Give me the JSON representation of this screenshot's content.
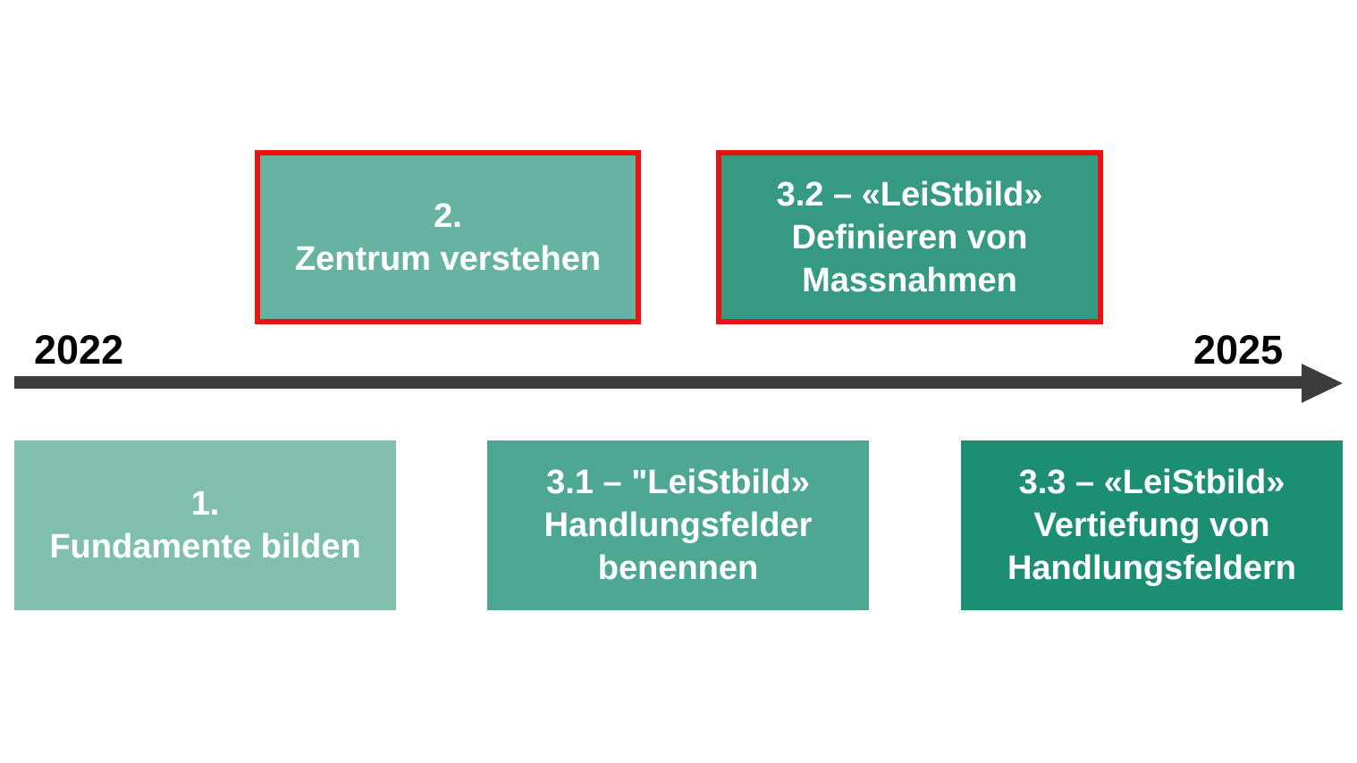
{
  "timeline": {
    "start_year": "2022",
    "end_year": "2025",
    "axis_color": "#3c3c3c"
  },
  "phases": {
    "phase_1": {
      "line1": "1.",
      "line2": "Fundamente bilden",
      "color": "#80bfae"
    },
    "phase_2": {
      "line1": "2.",
      "line2": "Zentrum verstehen",
      "color": "#67b3a1",
      "highlighted": true
    },
    "phase_3_1": {
      "line1": "3.1 – \"LeiStbild»",
      "line2": "Handlungsfelder",
      "line3": "benennen",
      "color": "#4ea793"
    },
    "phase_3_2": {
      "line1": "3.2 – «LeiStbild»",
      "line2": "Definieren von",
      "line3": "Massnahmen",
      "color": "#359a81",
      "highlighted": true
    },
    "phase_3_3": {
      "line1": "3.3 – «LeiStbild»",
      "line2": "Vertiefung von",
      "line3": "Handlungsfeldern",
      "color": "#1c8e72"
    }
  },
  "highlight_color": "#ee1111"
}
